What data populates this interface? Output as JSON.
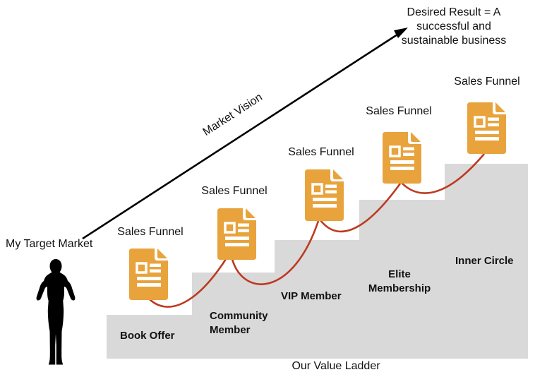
{
  "diagram": {
    "target_market_label": "My Target Market",
    "market_vision_label": "Market Vision",
    "desired_result_label": "Desired Result = A\nsuccessful and\nsustainable business",
    "footer_label": "Our Value Ladder",
    "steps": [
      {
        "name": "Book Offer",
        "funnel_label": "Sales Funnel"
      },
      {
        "name": "Community\nMember",
        "funnel_label": "Sales Funnel"
      },
      {
        "name": "VIP Member",
        "funnel_label": "Sales Funnel"
      },
      {
        "name": "Elite\nMembership",
        "funnel_label": "Sales Funnel"
      },
      {
        "name": "Inner Circle",
        "funnel_label": "Sales Funnel"
      }
    ],
    "colors": {
      "step_gray": "#d9d9d9",
      "document_orange": "#e8a33c",
      "funnel_path_red": "#bd3a21",
      "arrow_black": "#000000",
      "text_black": "#111111"
    }
  }
}
